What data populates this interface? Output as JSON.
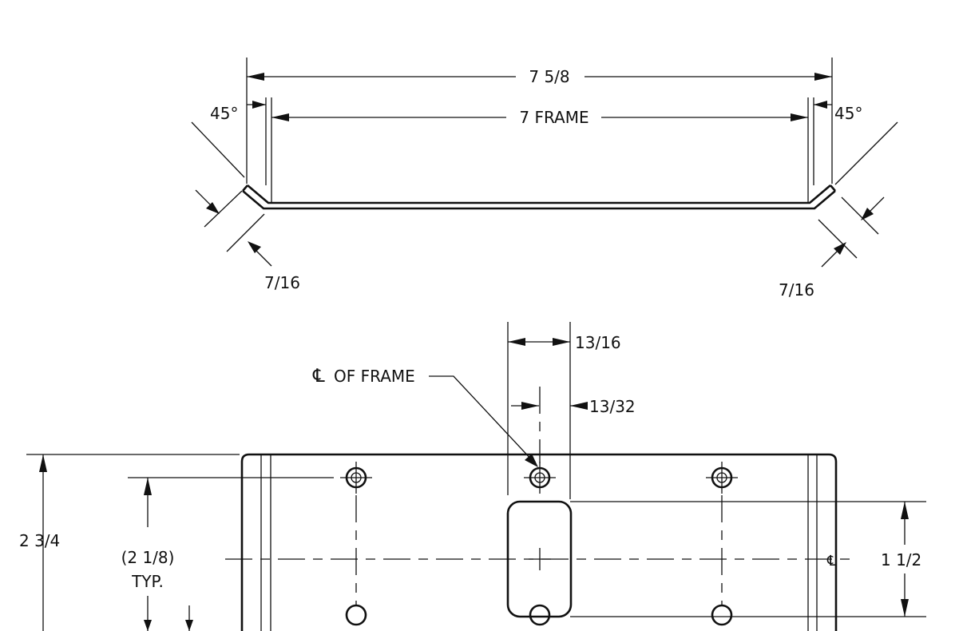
{
  "top_view": {
    "overall_width": "7 5/8",
    "frame_width": "7 FRAME",
    "angle_left": "45°",
    "angle_right": "45°",
    "flange_left": "7/16",
    "flange_right": "7/16"
  },
  "front_view": {
    "opening_width": "13/16",
    "half_opening": "13/32",
    "centerline_note": "OF FRAME",
    "centerline_symbol": "℄",
    "overall_height": "2 3/4",
    "hole_spacing": "(2 1/8)",
    "hole_spacing_note": "TYP.",
    "opening_height": "1 1/2"
  }
}
